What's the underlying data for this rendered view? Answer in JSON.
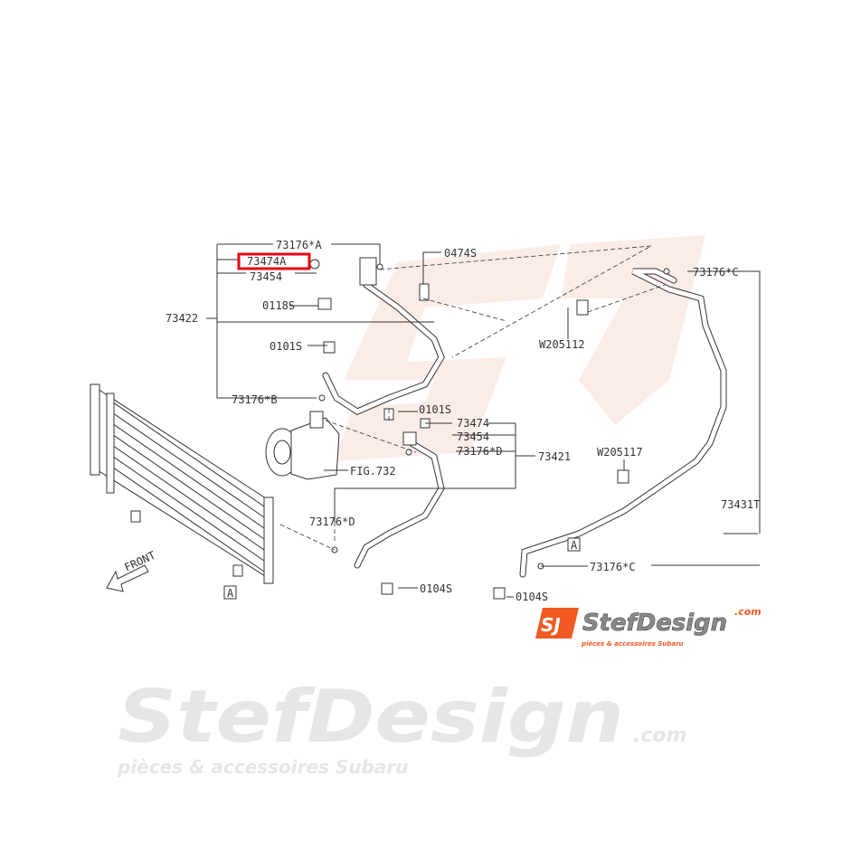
{
  "diagram": {
    "labels": [
      "73176*A",
      "73474A",
      "73454",
      "0474S",
      "0118S",
      "73422",
      "0101S",
      "W205112",
      "73176*C",
      "73176*B",
      "0101S",
      "73474",
      "73454",
      "73176*D",
      "73421",
      "FIG.732",
      "W205117",
      "73431T",
      "73176*D",
      "A",
      "73176*C",
      "0104S",
      "0104S",
      "A",
      "FRONT"
    ],
    "highlighted_label": "73474A",
    "highlight_color": "#e30613"
  },
  "watermark": {
    "text": "StefDesign",
    "suffix": ".com",
    "tagline": "pièces & accessoires Subaru"
  },
  "logo": {
    "mark": "SJ",
    "name": "StefDesign",
    "suffix": ".com",
    "tagline": "pièces & accessoires Subaru",
    "brand_color": "#f05a22"
  }
}
